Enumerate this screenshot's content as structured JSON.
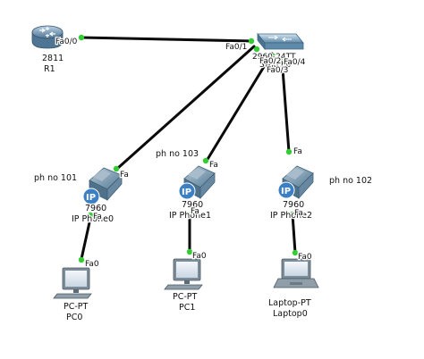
{
  "devices": {
    "router": {
      "model": "2811",
      "name": "R1",
      "port": "Fa0/0"
    },
    "switch": {
      "model": "2960-24TT",
      "name": "Switch0",
      "ports": [
        "Fa0/1",
        "Fa0/2",
        "Fa0/3",
        "Fa0/4"
      ]
    },
    "phone0": {
      "model": "7960",
      "name": "IP Phone0",
      "port_up": "Fa",
      "port_down": "Fa"
    },
    "phone1": {
      "model": "7960",
      "name": "IP Phone1",
      "port_up": "Fa",
      "port_down": "Fa"
    },
    "phone2": {
      "model": "7960",
      "name": "IP Phone2",
      "port_up": "Fa",
      "port_down": "Fa"
    },
    "pc0": {
      "model": "PC-PT",
      "name": "PC0",
      "port": "Fa0"
    },
    "pc1": {
      "model": "PC-PT",
      "name": "PC1",
      "port": "Fa0"
    },
    "laptop0": {
      "model": "Laptop-PT",
      "name": "Laptop0",
      "port": "Fa0"
    }
  },
  "notes": {
    "phone0": "ph no 101",
    "phone1": "ph no 103",
    "phone2": "ph no 102"
  },
  "colors": {
    "link": "#0a0a0a",
    "port_up": "#33cc33",
    "router_body": "#6f92b0",
    "switch_body": "#7aa6c4",
    "phone_body": "#6b8fa6",
    "ip_badge": "#3b7fc4"
  }
}
